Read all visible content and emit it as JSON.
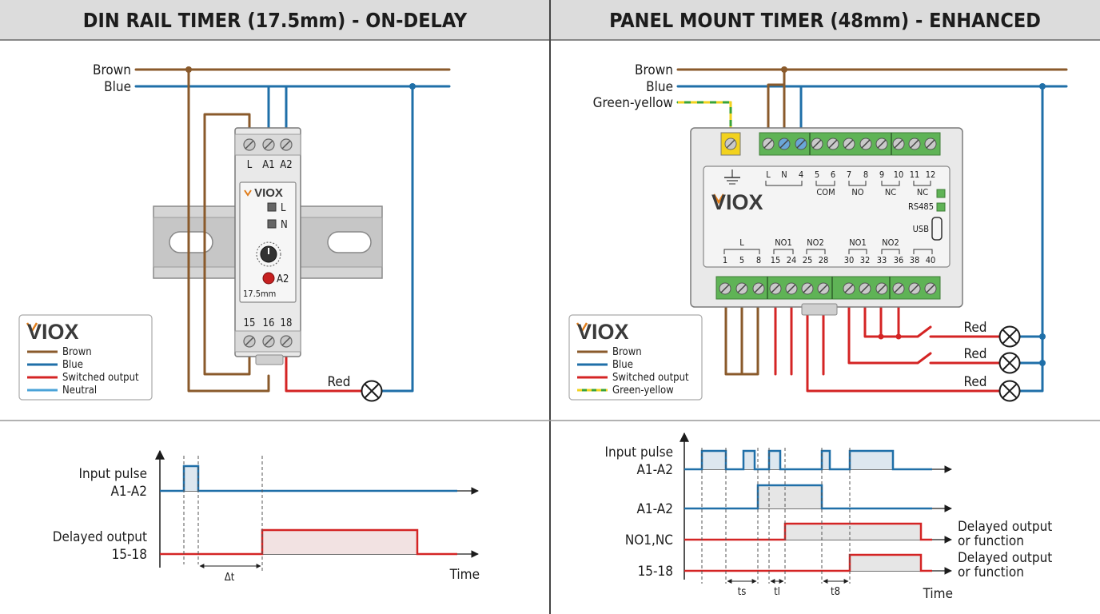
{
  "panels": {
    "left": {
      "title": "DIN RAIL TIMER (17.5mm) - ON-DELAY",
      "wires": {
        "brown": "Brown",
        "blue": "Blue",
        "red": "Red"
      },
      "device": {
        "brand": "VIOX",
        "top_terminals": [
          "L",
          "A1",
          "A2"
        ],
        "bottom_terminals": [
          "15",
          "16",
          "18"
        ],
        "indicators": [
          "L",
          "N",
          "A2"
        ],
        "size_label": "17.5mm"
      },
      "legend": {
        "brand": "VIOX",
        "items": [
          {
            "label": "Brown",
            "color": "#8a5a2b"
          },
          {
            "label": "Blue",
            "color": "#1f6fa8"
          },
          {
            "label": "Switched output",
            "color": "#d42424"
          },
          {
            "label": "Neutral",
            "color": "#4aa3d8"
          }
        ]
      },
      "timing": {
        "signals": [
          {
            "label_line1": "Input pulse",
            "label_line2": "A1-A2"
          },
          {
            "label_line1": "Delayed output",
            "label_line2": "15-18"
          }
        ],
        "time_label": "Time",
        "delay_label": "Δt"
      }
    },
    "right": {
      "title": "PANEL MOUNT TIMER (48mm) - ENHANCED",
      "wires": {
        "brown": "Brown",
        "blue": "Blue",
        "green_yellow": "Green-yellow",
        "red": [
          "Red",
          "Red",
          "Red"
        ]
      },
      "device": {
        "brand": "VIOX",
        "top_labels": [
          "L",
          "N",
          "4",
          "5",
          "6",
          "7",
          "8",
          "9",
          "10",
          "11",
          "12"
        ],
        "group_labels_top": [
          "COM",
          "NO",
          "NC",
          "NC"
        ],
        "rs485_label": "RS485",
        "usb_label": "USB",
        "bottom_group_labels": [
          "L",
          "NO1",
          "NO2",
          "NO1",
          "NO2"
        ],
        "bottom_labels": [
          "1",
          "5",
          "8",
          "15",
          "24",
          "25",
          "28",
          "30",
          "32",
          "33",
          "36",
          "38",
          "40"
        ]
      },
      "legend": {
        "brand": "VIOX",
        "items": [
          {
            "label": "Brown",
            "color": "#8a5a2b"
          },
          {
            "label": "Blue",
            "color": "#1f6fa8"
          },
          {
            "label": "Switched output",
            "color": "#d42424"
          },
          {
            "label": "Green-yellow",
            "color": "#3aa335"
          }
        ]
      },
      "timing": {
        "signals": [
          {
            "label_line1": "Input pulse",
            "label_line2": "A1-A2"
          },
          {
            "label_line1": "",
            "label_line2": "A1-A2"
          },
          {
            "label_line1": "",
            "label_line2": "NO1,NC"
          },
          {
            "label_line1": "",
            "label_line2": "15-18"
          }
        ],
        "right_notes": [
          {
            "line1": "Delayed output",
            "line2": "or function"
          },
          {
            "line1": "Delayed output",
            "line2": "or function"
          }
        ],
        "time_label": "Time",
        "interval_labels": [
          "ts",
          "tl",
          "t8"
        ]
      }
    }
  },
  "colors": {
    "brown": "#8a5a2b",
    "blue": "#1f6fa8",
    "red": "#d42424",
    "green": "#5fb356",
    "yellow": "#f2d21e",
    "header_bg": "#dcdcdc",
    "device_body": "#e9e9e9",
    "accent_orange": "#e07c1a"
  }
}
